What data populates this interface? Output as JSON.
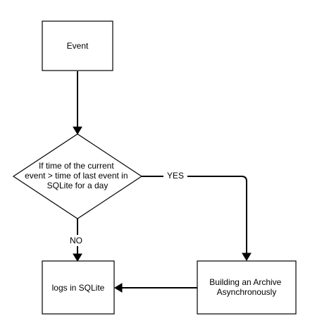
{
  "nodes": {
    "event": {
      "lines": [
        "Event"
      ]
    },
    "decision": {
      "lines": [
        "If time of the current",
        "event > time of last event in",
        "SQLite for a day"
      ]
    },
    "logs": {
      "lines": [
        "logs in SQLite"
      ]
    },
    "archive": {
      "lines": [
        "Building an Archive",
        "Asynchronously"
      ]
    }
  },
  "edges": {
    "event_to_decision": {
      "label": ""
    },
    "decision_to_logs": {
      "label": "NO"
    },
    "decision_to_archive": {
      "label": "YES"
    },
    "archive_to_logs": {
      "label": ""
    }
  },
  "colors": {
    "stroke": "#000000",
    "fill": "#ffffff",
    "text": "#000000"
  }
}
